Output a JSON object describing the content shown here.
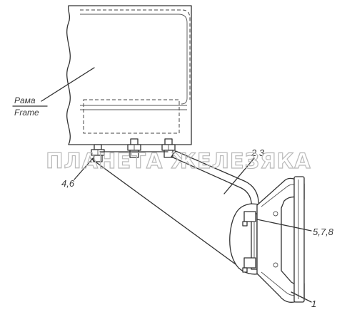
{
  "labels": {
    "frame_ru": "Рама",
    "frame_en": "Frame",
    "callout_4_6": "4,6",
    "callout_2_3": "2,3",
    "callout_5_7_8": "5,7,8",
    "callout_1": "1"
  },
  "watermark": "ПЛАНЕТА ЖЕЛЕЗЯКА"
}
